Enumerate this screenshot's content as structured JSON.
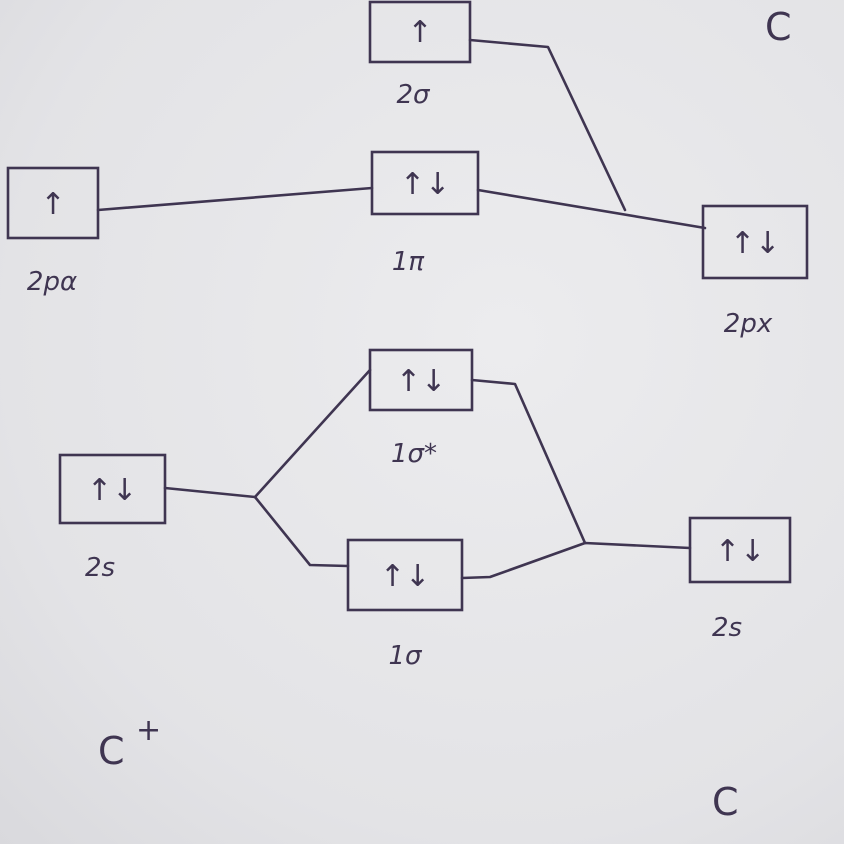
{
  "atoms": {
    "top_right": "C",
    "bottom_right": "C",
    "bottom_left": "C",
    "bottom_left_charge": "+"
  },
  "levels": {
    "sigma2": {
      "label": "2σ",
      "occupancy": "↑"
    },
    "pi1": {
      "label": "1π",
      "occupancy": "↑↓"
    },
    "sigma1_star": {
      "label": "1σ*",
      "occupancy": "↑↓"
    },
    "sigma1": {
      "label": "1σ",
      "occupancy": "↑↓"
    },
    "left_2p": {
      "label": "2pα",
      "occupancy": "↑"
    },
    "left_2s": {
      "label": "2s",
      "occupancy": "↑↓"
    },
    "right_2p": {
      "label": "2px",
      "occupancy": "↑↓"
    },
    "right_2s": {
      "label": "2s",
      "occupancy": "↑↓"
    }
  }
}
